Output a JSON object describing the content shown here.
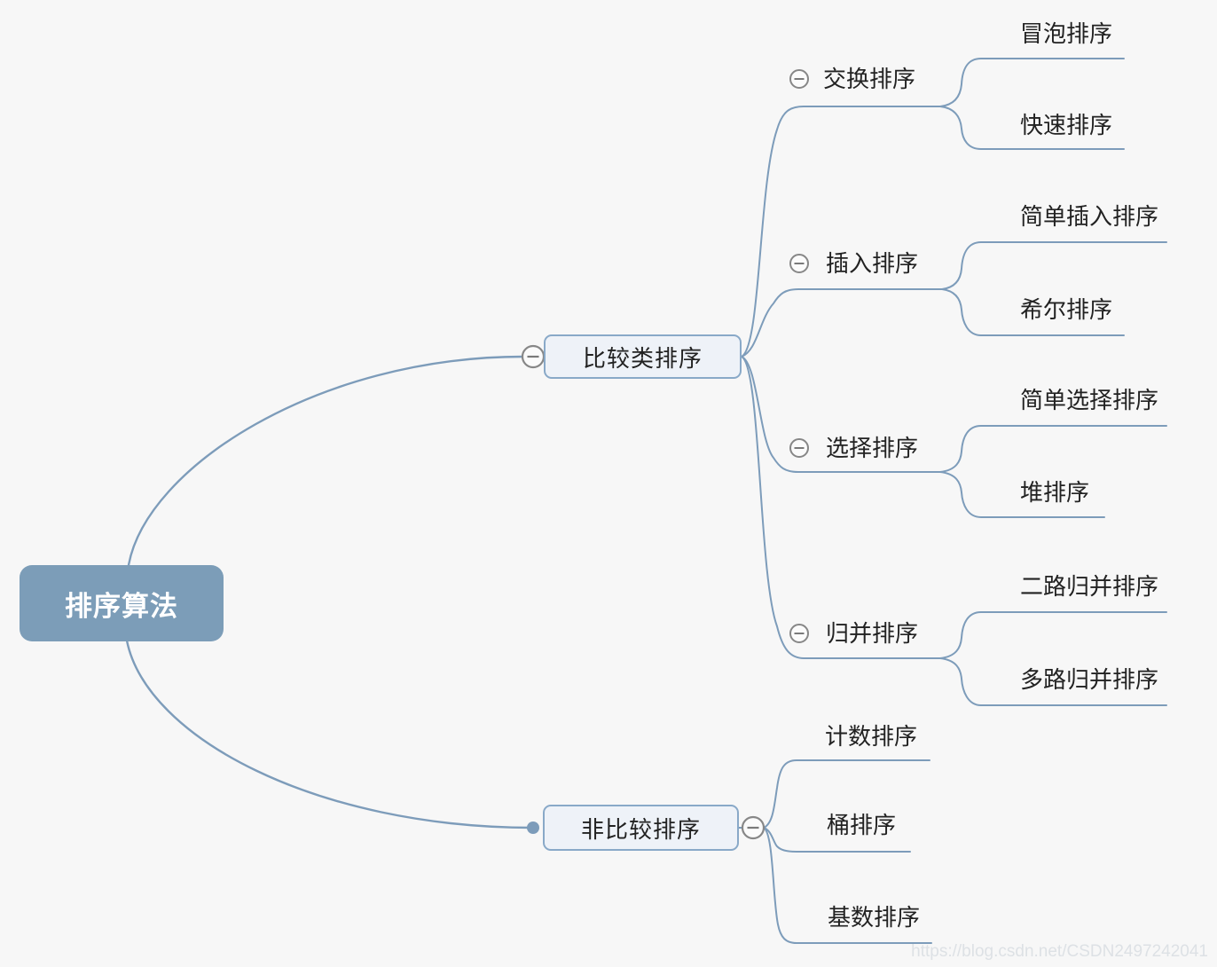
{
  "page": {
    "background_color": "#f7f7f7",
    "watermark": "https://blog.csdn.net/CSDN2497242041"
  },
  "style": {
    "line_color": "#7d9cba",
    "root_fill": "#7c9db8",
    "root_text_color": "#ffffff",
    "branch_fill": "#eef2f8",
    "branch_border": "#89a9c8",
    "topic_text_color": "#222222",
    "collapse_circle_stroke": "#878787",
    "collapse_circle_fill": "#fbfbfb"
  },
  "mindmap": {
    "root": {
      "label": "排序算法"
    },
    "branches": [
      {
        "label": "比较类排序",
        "children": [
          {
            "label": "交换排序",
            "children": [
              {
                "label": "冒泡排序"
              },
              {
                "label": "快速排序"
              }
            ]
          },
          {
            "label": "插入排序",
            "children": [
              {
                "label": "简单插入排序"
              },
              {
                "label": "希尔排序"
              }
            ]
          },
          {
            "label": "选择排序",
            "children": [
              {
                "label": "简单选择排序"
              },
              {
                "label": "堆排序"
              }
            ]
          },
          {
            "label": "归并排序",
            "children": [
              {
                "label": "二路归并排序"
              },
              {
                "label": "多路归并排序"
              }
            ]
          }
        ]
      },
      {
        "label": "非比较排序",
        "children": [
          {
            "label": "计数排序"
          },
          {
            "label": "桶排序"
          },
          {
            "label": "基数排序"
          }
        ]
      }
    ]
  }
}
